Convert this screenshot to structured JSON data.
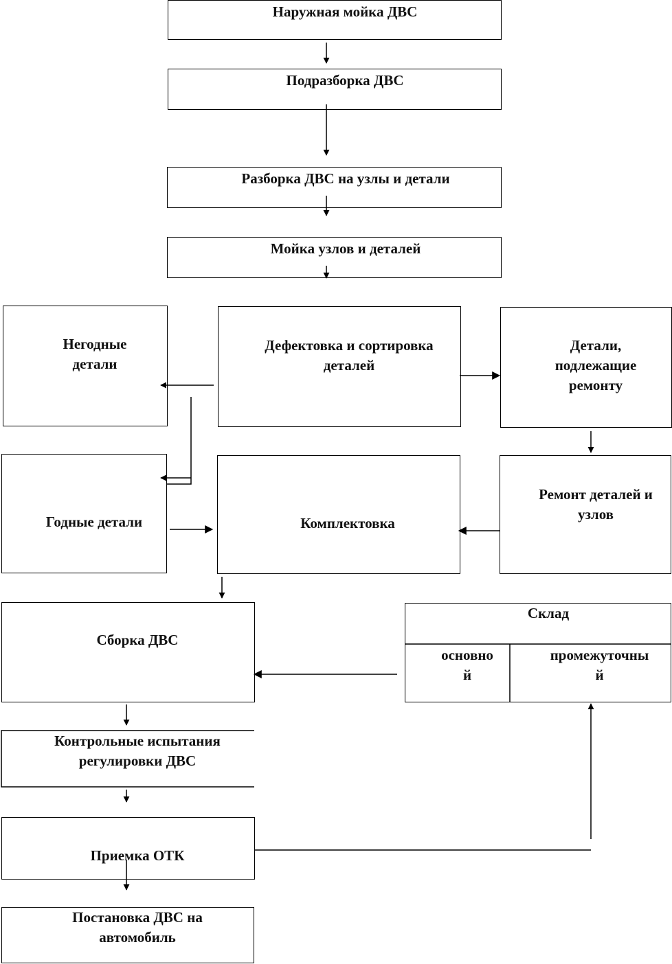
{
  "flowchart": {
    "steps": {
      "wash_engine": "Наружная мойка ДВС",
      "pre_disassembly": "Подразборка ДВС",
      "disassembly": "Разборка ДВС на узлы и детали",
      "wash_parts": "Мойка узлов и деталей",
      "unusable_parts": "Негодные\nдетали",
      "defect_sorting": "Дефектовка и сортировка\nдеталей",
      "parts_for_repair": "Детали,\nподлежащие\nремонту",
      "usable_parts": "Годные детали",
      "kitting": "Комплектовка",
      "repair": "Ремонт деталей и\nузлов",
      "assembly": "Сборка ДВС",
      "control_tests": "Контрольные испытания\nрегулировки ДВС",
      "otk_acceptance": "Приемка ОТК",
      "installation": "Постановка ДВС на\nавтомобиль"
    },
    "warehouse": {
      "title": "Склад",
      "main": "основно\nй",
      "intermediate": "промежуточны\nй"
    }
  }
}
